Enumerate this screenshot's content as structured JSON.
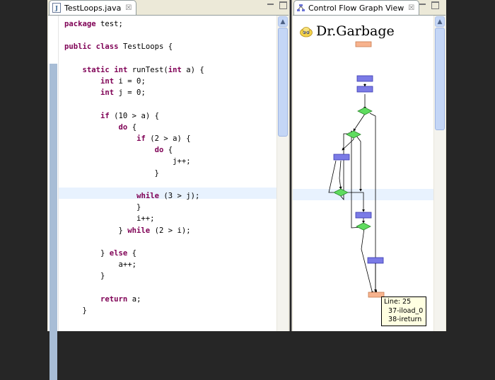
{
  "editor": {
    "tab_title": "TestLoops.java",
    "tab_close": "☒",
    "lines": [
      [
        {
          "t": "package",
          "k": 1
        },
        {
          "t": " test;"
        }
      ],
      [],
      [
        {
          "t": "public",
          "k": 1
        },
        {
          "t": " "
        },
        {
          "t": "class",
          "k": 1
        },
        {
          "t": " TestLoops {"
        }
      ],
      [],
      [
        {
          "t": "    "
        },
        {
          "t": "static",
          "k": 1
        },
        {
          "t": " "
        },
        {
          "t": "int",
          "k": 1
        },
        {
          "t": " runTest("
        },
        {
          "t": "int",
          "k": 1
        },
        {
          "t": " a) {"
        }
      ],
      [
        {
          "t": "        "
        },
        {
          "t": "int",
          "k": 1
        },
        {
          "t": " i = 0;"
        }
      ],
      [
        {
          "t": "        "
        },
        {
          "t": "int",
          "k": 1
        },
        {
          "t": " j = 0;"
        }
      ],
      [],
      [
        {
          "t": "        "
        },
        {
          "t": "if",
          "k": 1
        },
        {
          "t": " (10 > a) {"
        }
      ],
      [
        {
          "t": "            "
        },
        {
          "t": "do",
          "k": 1
        },
        {
          "t": " {"
        }
      ],
      [
        {
          "t": "                "
        },
        {
          "t": "if",
          "k": 1
        },
        {
          "t": " (2 > a) {"
        }
      ],
      [
        {
          "t": "                    "
        },
        {
          "t": "do",
          "k": 1
        },
        {
          "t": " {"
        }
      ],
      [
        {
          "t": "                        j++;"
        }
      ],
      [
        {
          "t": "                    }"
        }
      ],
      [],
      [
        {
          "t": "                "
        },
        {
          "t": "while",
          "k": 1
        },
        {
          "t": " (3 > j);"
        }
      ],
      [
        {
          "t": "                }"
        }
      ],
      [
        {
          "t": "                i++;"
        }
      ],
      [
        {
          "t": "            } "
        },
        {
          "t": "while",
          "k": 1
        },
        {
          "t": " (2 > i);"
        }
      ],
      [],
      [
        {
          "t": "        } "
        },
        {
          "t": "else",
          "k": 1
        },
        {
          "t": " {"
        }
      ],
      [
        {
          "t": "            a++;"
        }
      ],
      [
        {
          "t": "        }"
        }
      ],
      [],
      [
        {
          "t": "        "
        },
        {
          "t": "return",
          "k": 1
        },
        {
          "t": " a;"
        }
      ],
      [
        {
          "t": "    }"
        }
      ]
    ]
  },
  "cfg": {
    "tab_title": "Control Flow Graph View",
    "tab_close": "☒",
    "logo_text": "Dr.Garbage",
    "tooltip": "Line: 25\n  37-iload_0\n  38-ireturn"
  },
  "colors": {
    "keyword": "#7f0055",
    "current_line": "#e8f2fe",
    "node_block": "#7b7be6",
    "node_decision": "#5fdc5f",
    "node_terminal": "#f7b38e"
  }
}
